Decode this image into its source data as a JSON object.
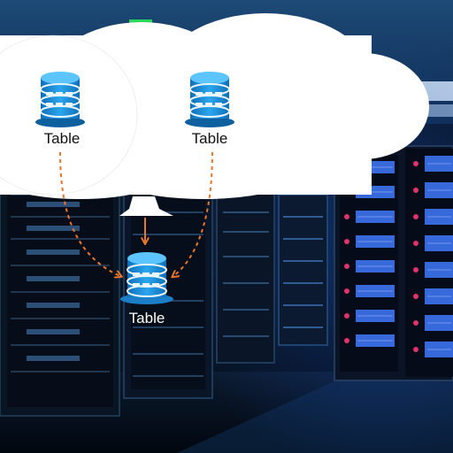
{
  "diagram": {
    "nodes": [
      {
        "id": "table-left",
        "label": "Table"
      },
      {
        "id": "table-right",
        "label": "Table"
      },
      {
        "id": "table-bottom",
        "label": "Table"
      }
    ],
    "edges": [
      {
        "from": "table-left",
        "to": "table-bottom",
        "style": "dashed-orange-arrow"
      },
      {
        "from": "table-right",
        "to": "table-bottom",
        "style": "dashed-orange-arrow"
      }
    ]
  },
  "colors": {
    "cloud": "#ffffff",
    "database_icon": "#1a90d9",
    "arrow": "#e8762b",
    "server_led_blue": "#3a6fe6",
    "server_led_red": "#e0336a",
    "status_green": "#27d65a"
  },
  "icons": {
    "database": "database-icon"
  }
}
